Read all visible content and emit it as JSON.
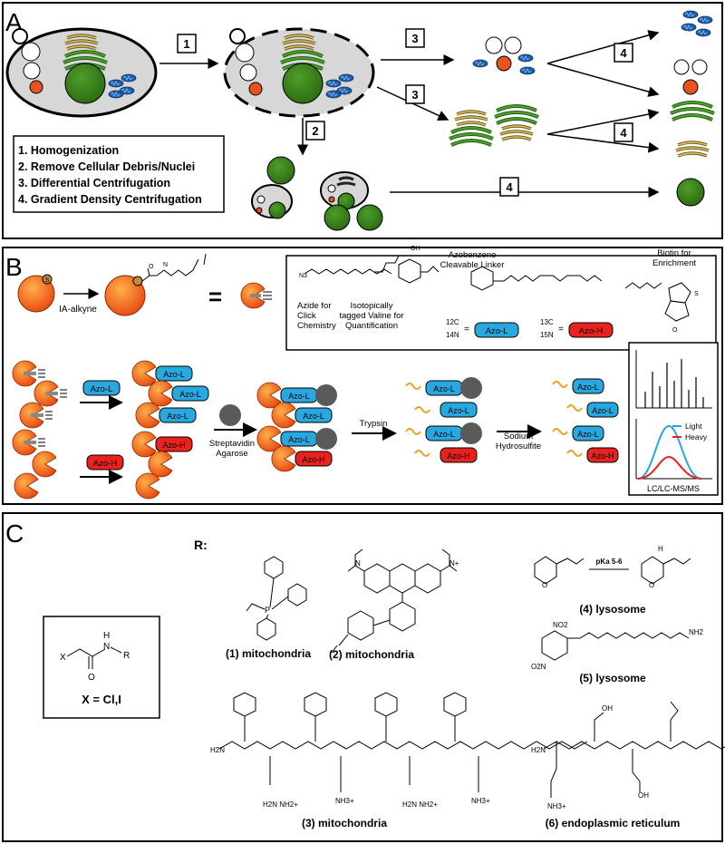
{
  "panelA": {
    "label": "A",
    "steps": [
      "1",
      "2",
      "3",
      "3",
      "4",
      "4",
      "4"
    ],
    "legend": [
      "1.  Homogenization",
      "2.  Remove Cellular Debris/Nuclei",
      "3.  Differential Centrifugation",
      "4.  Gradient Density Centrifugation"
    ]
  },
  "panelB": {
    "label": "B",
    "probe_label": "IA-alkyne",
    "probe_charge": "S",
    "equals": "=",
    "probe_structure": {
      "azide": "Azide for\nClick\nChemistry",
      "valine": "Isotopically\ntagged Valine for\nQuantification",
      "linker": "Azobenzene\nCleavable Linker",
      "biotin": "Biotin for\nEnrichment",
      "light_c": "12C",
      "light_n": "14N",
      "heavy_c": "13C",
      "heavy_n": "15N",
      "azo_l": "Azo-L",
      "azo_h": "Azo-H"
    },
    "tags": {
      "light": "Azo-L",
      "heavy": "Azo-H"
    },
    "reagents": [
      "Streptavidin\nAgarose",
      "Trypsin",
      "Sodium\nHydrosulfite"
    ],
    "ms": {
      "light": "Light",
      "heavy": "Heavy",
      "caption": "LC/LC-MS/MS",
      "light_color": "#29a8e0",
      "heavy_color": "#e8231f"
    }
  },
  "panelC": {
    "label": "C",
    "core_x": "X",
    "core_r": "R",
    "core_n": "N",
    "core_h": "H",
    "core_o": "O",
    "core_caption": "X = Cl,I",
    "r_label": "R:",
    "pka": "pKa 5-6",
    "groups": [
      "(1) mitochondria",
      "(2) mitochondria",
      "(3) mitochondria",
      "(4) lysosome",
      "(5) lysosome",
      "(6) endoplasmic reticulum"
    ]
  },
  "colors": {
    "cell_fill": "#d7d7d7",
    "nucleus": "#3a8a17",
    "er": "#2d7d1a",
    "mito": "#1e5da8",
    "lysosome": "#e8531e",
    "azo_l": "#29a8e0",
    "azo_h": "#e8231f",
    "protein": "#f26a1b",
    "bead": "#5a5a5a"
  }
}
